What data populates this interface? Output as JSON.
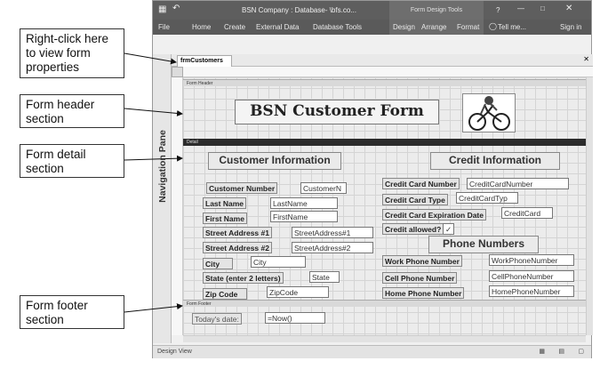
{
  "window": {
    "title": "BSN Company : Database- \\bfs.co...",
    "context_tab_group": "Form Design Tools",
    "help": "?",
    "ribbon_tabs": [
      "File",
      "Home",
      "Create",
      "External Data",
      "Database Tools",
      "Design",
      "Arrange",
      "Format"
    ],
    "tell_me": "Tell me...",
    "sign_in": "Sign in"
  },
  "nav_pane": {
    "label": "Navigation Pane"
  },
  "document_tab": {
    "label": "frmCustomers"
  },
  "sections": {
    "header": "Form Header",
    "detail": "Detail",
    "footer": "Form Footer"
  },
  "form_header": {
    "title": "BSN Customer Form"
  },
  "customer": {
    "heading": "Customer Information",
    "fields": [
      {
        "label": "Customer Number",
        "control": "CustomerN"
      },
      {
        "label": "Last Name",
        "control": "LastName"
      },
      {
        "label": "First Name",
        "control": "FirstName"
      },
      {
        "label": "Street Address #1",
        "control": "StreetAddress#1"
      },
      {
        "label": "Street Address #2",
        "control": "StreetAddress#2"
      },
      {
        "label": "City",
        "control": "City"
      },
      {
        "label": "State (enter 2 letters)",
        "control": "State"
      },
      {
        "label": "Zip Code",
        "control": "ZipCode"
      }
    ]
  },
  "credit": {
    "heading": "Credit Information",
    "fields": [
      {
        "label": "Credit Card Number",
        "control": "CreditCardNumber"
      },
      {
        "label": "Credit Card Type",
        "control": "CreditCardTyp"
      },
      {
        "label": "Credit Card Expiration Date",
        "control": "CreditCard"
      },
      {
        "label": "Credit allowed?",
        "control": "✓"
      }
    ]
  },
  "phone": {
    "heading": "Phone Numbers",
    "fields": [
      {
        "label": "Work Phone Number",
        "control": "WorkPhoneNumber"
      },
      {
        "label": "Cell Phone Number",
        "control": "CellPhoneNumber"
      },
      {
        "label": "Home Phone Number",
        "control": "HomePhoneNumber"
      }
    ]
  },
  "footer_controls": {
    "label": "Today's date:",
    "control": "=Now()"
  },
  "status_bar": {
    "text": "Design View"
  },
  "callouts": [
    "Right-click here to view form properties",
    "Form header section",
    "Form detail section",
    "Form footer section"
  ],
  "icons": [
    "save-icon",
    "undo-icon",
    "minimize-icon",
    "maximize-icon",
    "close-icon",
    "lightbulb-icon",
    "bicycle-logo-icon"
  ]
}
